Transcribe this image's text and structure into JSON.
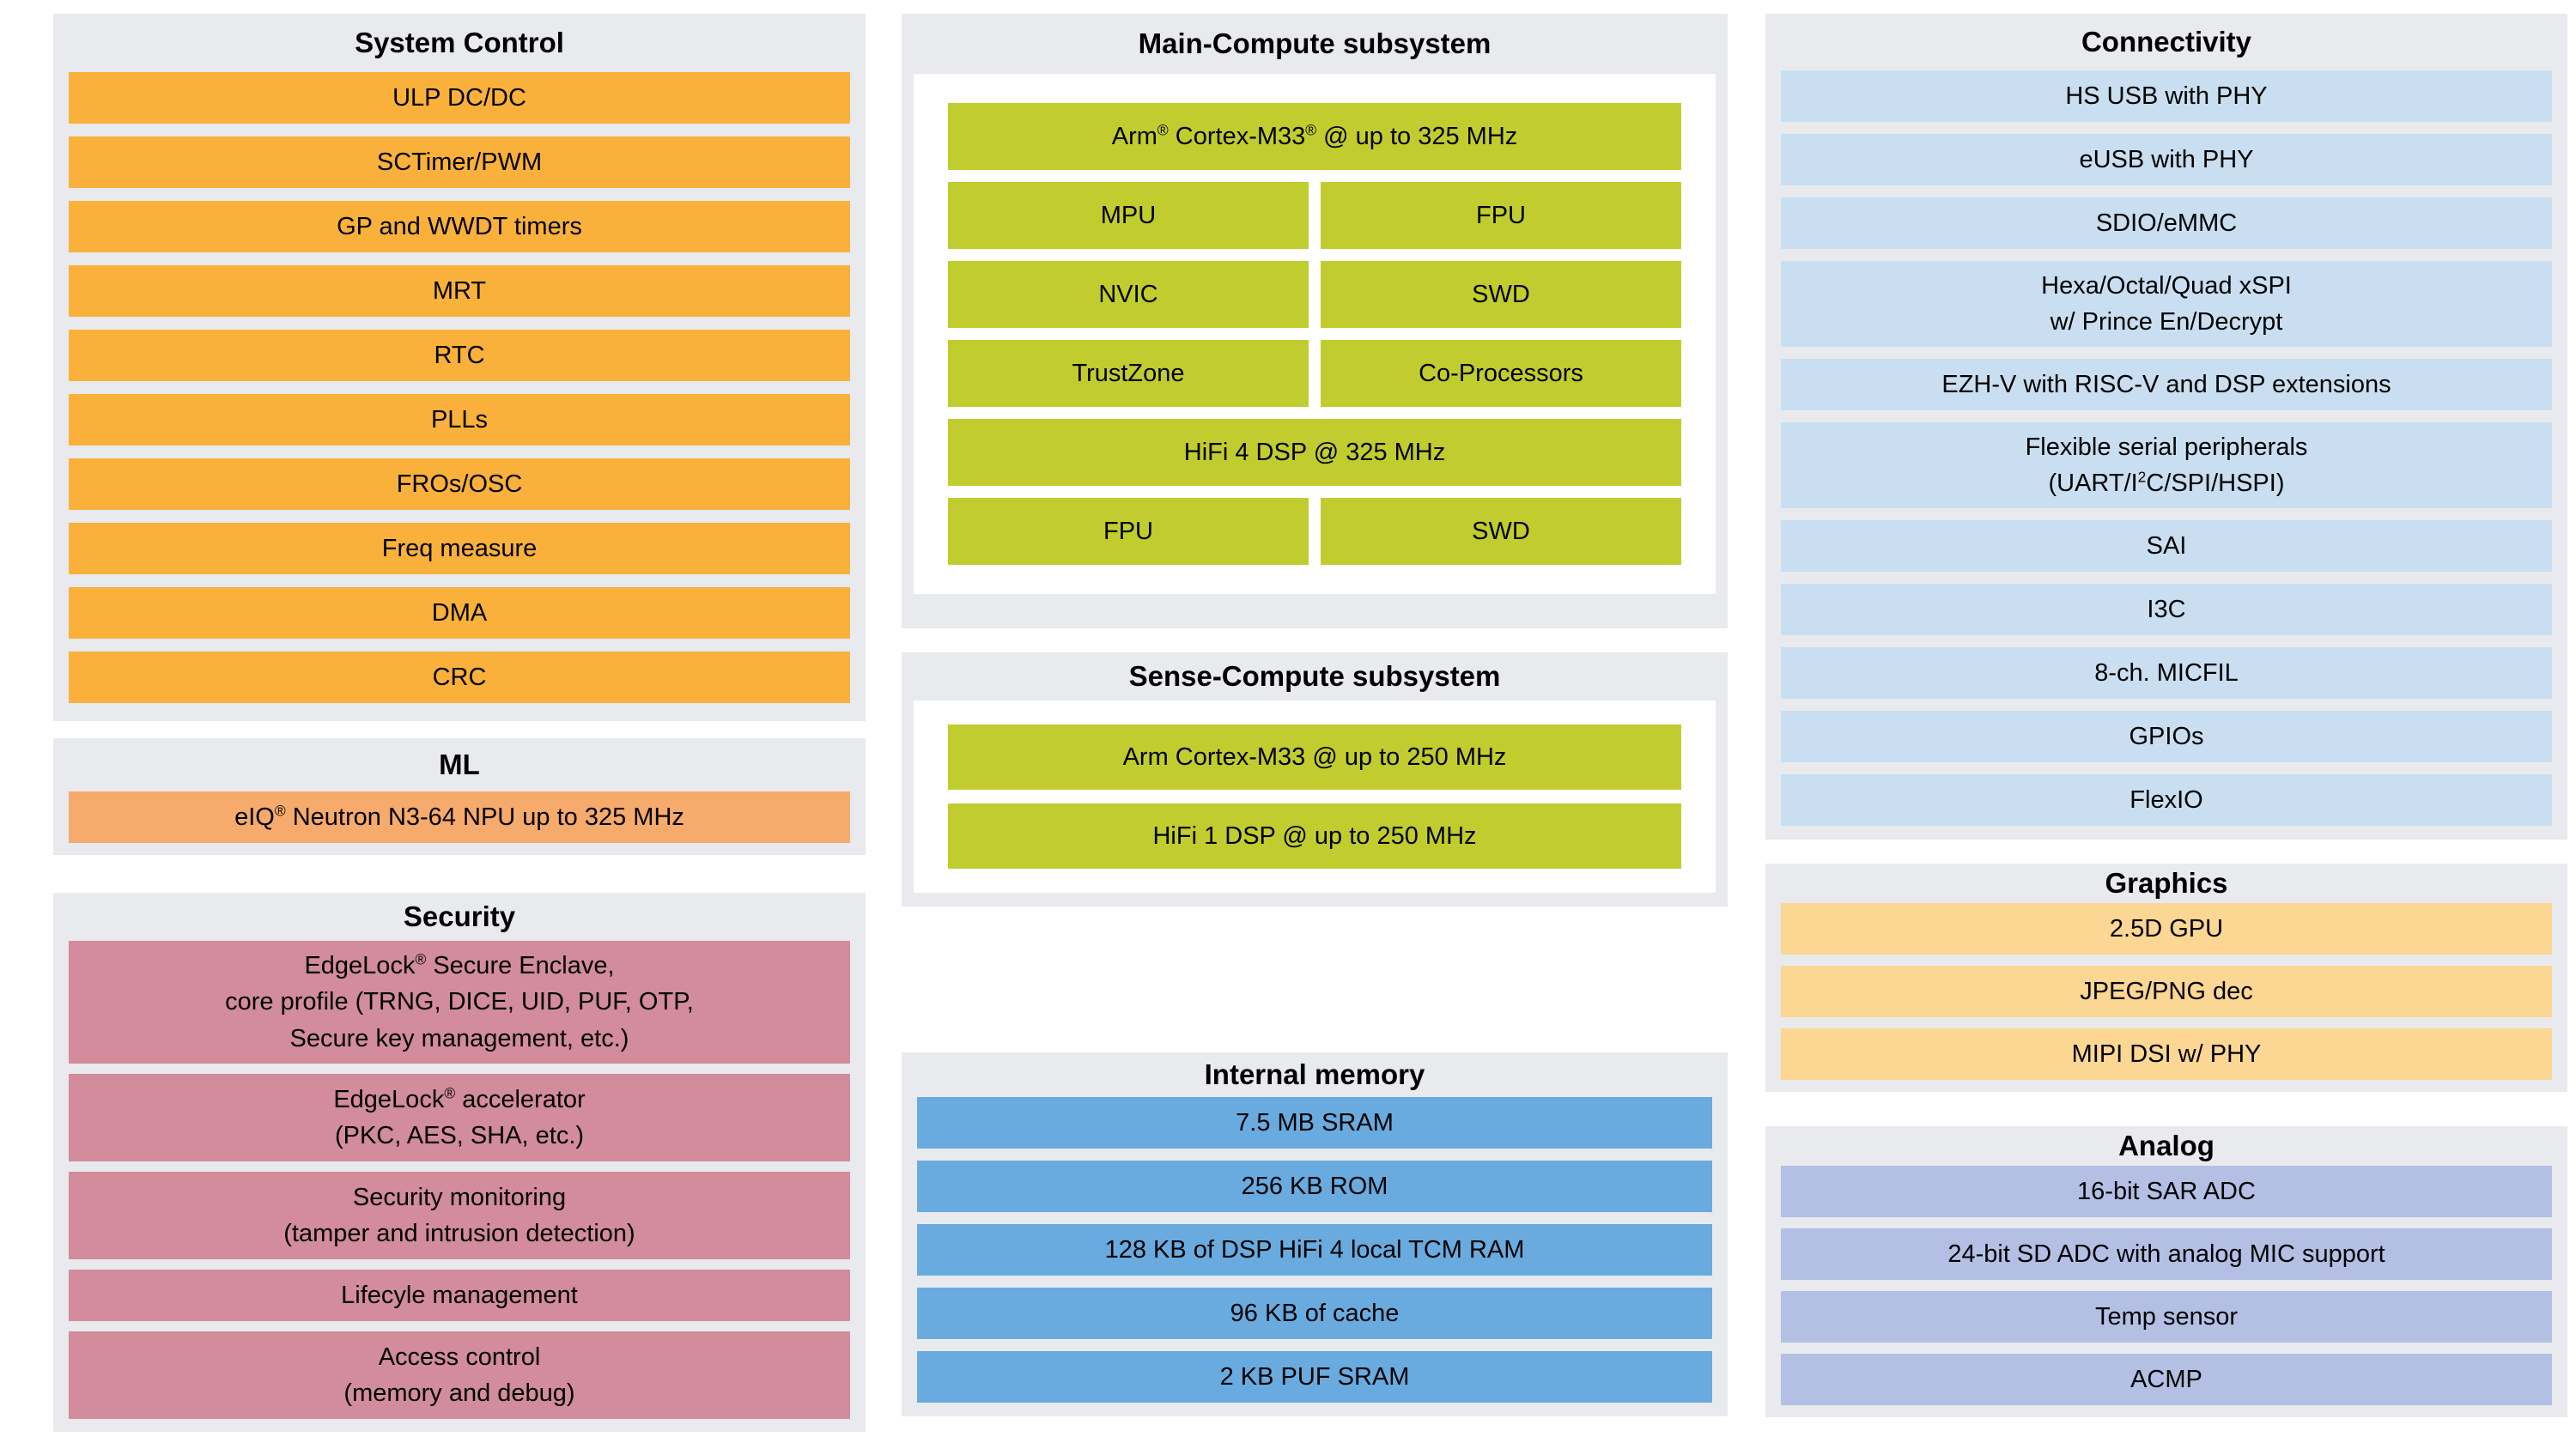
{
  "colors": {
    "page_bg": "#ffffff",
    "panel_bg": "#e8eaee",
    "system_control_orange": "#f9b13c",
    "ml_orange": "#f6aa6c",
    "security_rose": "#d28c9c",
    "compute_green": "#c1cd2f",
    "memory_blue": "#69abdf",
    "connectivity_blue": "#c9dff1",
    "graphics_peach": "#fcd693",
    "analog_lavender": "#b3c0e4"
  },
  "panels": {
    "system_control": {
      "title": "System Control",
      "rows": [
        "ULP DC/DC",
        "SCTimer/PWM",
        "GP and WWDT timers",
        "MRT",
        "RTC",
        "PLLs",
        "FROs/OSC",
        "Freq measure",
        "DMA",
        "CRC"
      ]
    },
    "ml": {
      "title": "ML",
      "npu": {
        "p1": "eIQ",
        "sup": "®",
        "p2": " Neutron N3-64 NPU up to 325 MHz"
      }
    },
    "security": {
      "title": "Security",
      "enclave": {
        "p1": "EdgeLock",
        "sup": "®",
        "p2": " Secure Enclave,\ncore profile (TRNG, DICE, UID, PUF, OTP,\nSecure key management, etc.)"
      },
      "accelerator": {
        "p1": "EdgeLock",
        "sup": "®",
        "p2": " accelerator\n(PKC, AES, SHA, etc.)"
      },
      "monitoring": "Security monitoring\n(tamper and intrusion detection)",
      "lifecycle": "Lifecyle management",
      "access": "Access control\n(memory and debug)"
    },
    "main_compute": {
      "title": "Main-Compute subsystem",
      "cpu": {
        "p1": "Arm",
        "s1": "®",
        "p2": " Cortex-M33",
        "s2": "®",
        "p3": " @ up to 325 MHz"
      },
      "cells": [
        "MPU",
        "FPU",
        "NVIC",
        "SWD",
        "TrustZone",
        "Co-Processors"
      ],
      "dsp": "HiFi 4 DSP @ 325 MHz",
      "dsp_cells": [
        "FPU",
        "SWD"
      ]
    },
    "sense_compute": {
      "title": "Sense-Compute subsystem",
      "rows": [
        "Arm Cortex-M33 @ up to 250 MHz",
        "HiFi 1 DSP @ up to 250 MHz"
      ]
    },
    "internal_memory": {
      "title": "Internal memory",
      "rows": [
        "7.5 MB SRAM",
        "256 KB ROM",
        "128 KB of DSP HiFi 4 local TCM RAM",
        "96 KB of cache",
        "2 KB PUF SRAM"
      ]
    },
    "connectivity": {
      "title": "Connectivity",
      "rows_a": [
        "HS USB with PHY",
        "eUSB with PHY",
        "SDIO/eMMC",
        "Hexa/Octal/Quad xSPI\nw/ Prince En/Decrypt",
        "EZH-V with RISC-V and DSP extensions"
      ],
      "flex_serial": {
        "p1": "Flexible serial peripherals\n(UART/I",
        "sup": "2",
        "p2": "C/SPI/HSPI)"
      },
      "rows_b": [
        "SAI",
        "I3C",
        "8-ch. MICFIL",
        "GPIOs",
        "FlexIO"
      ]
    },
    "graphics": {
      "title": "Graphics",
      "rows": [
        "2.5D GPU",
        "JPEG/PNG dec",
        "MIPI DSI w/ PHY"
      ]
    },
    "analog": {
      "title": "Analog",
      "rows": [
        "16-bit SAR ADC",
        "24-bit SD ADC with analog MIC support",
        "Temp sensor",
        "ACMP"
      ]
    }
  }
}
